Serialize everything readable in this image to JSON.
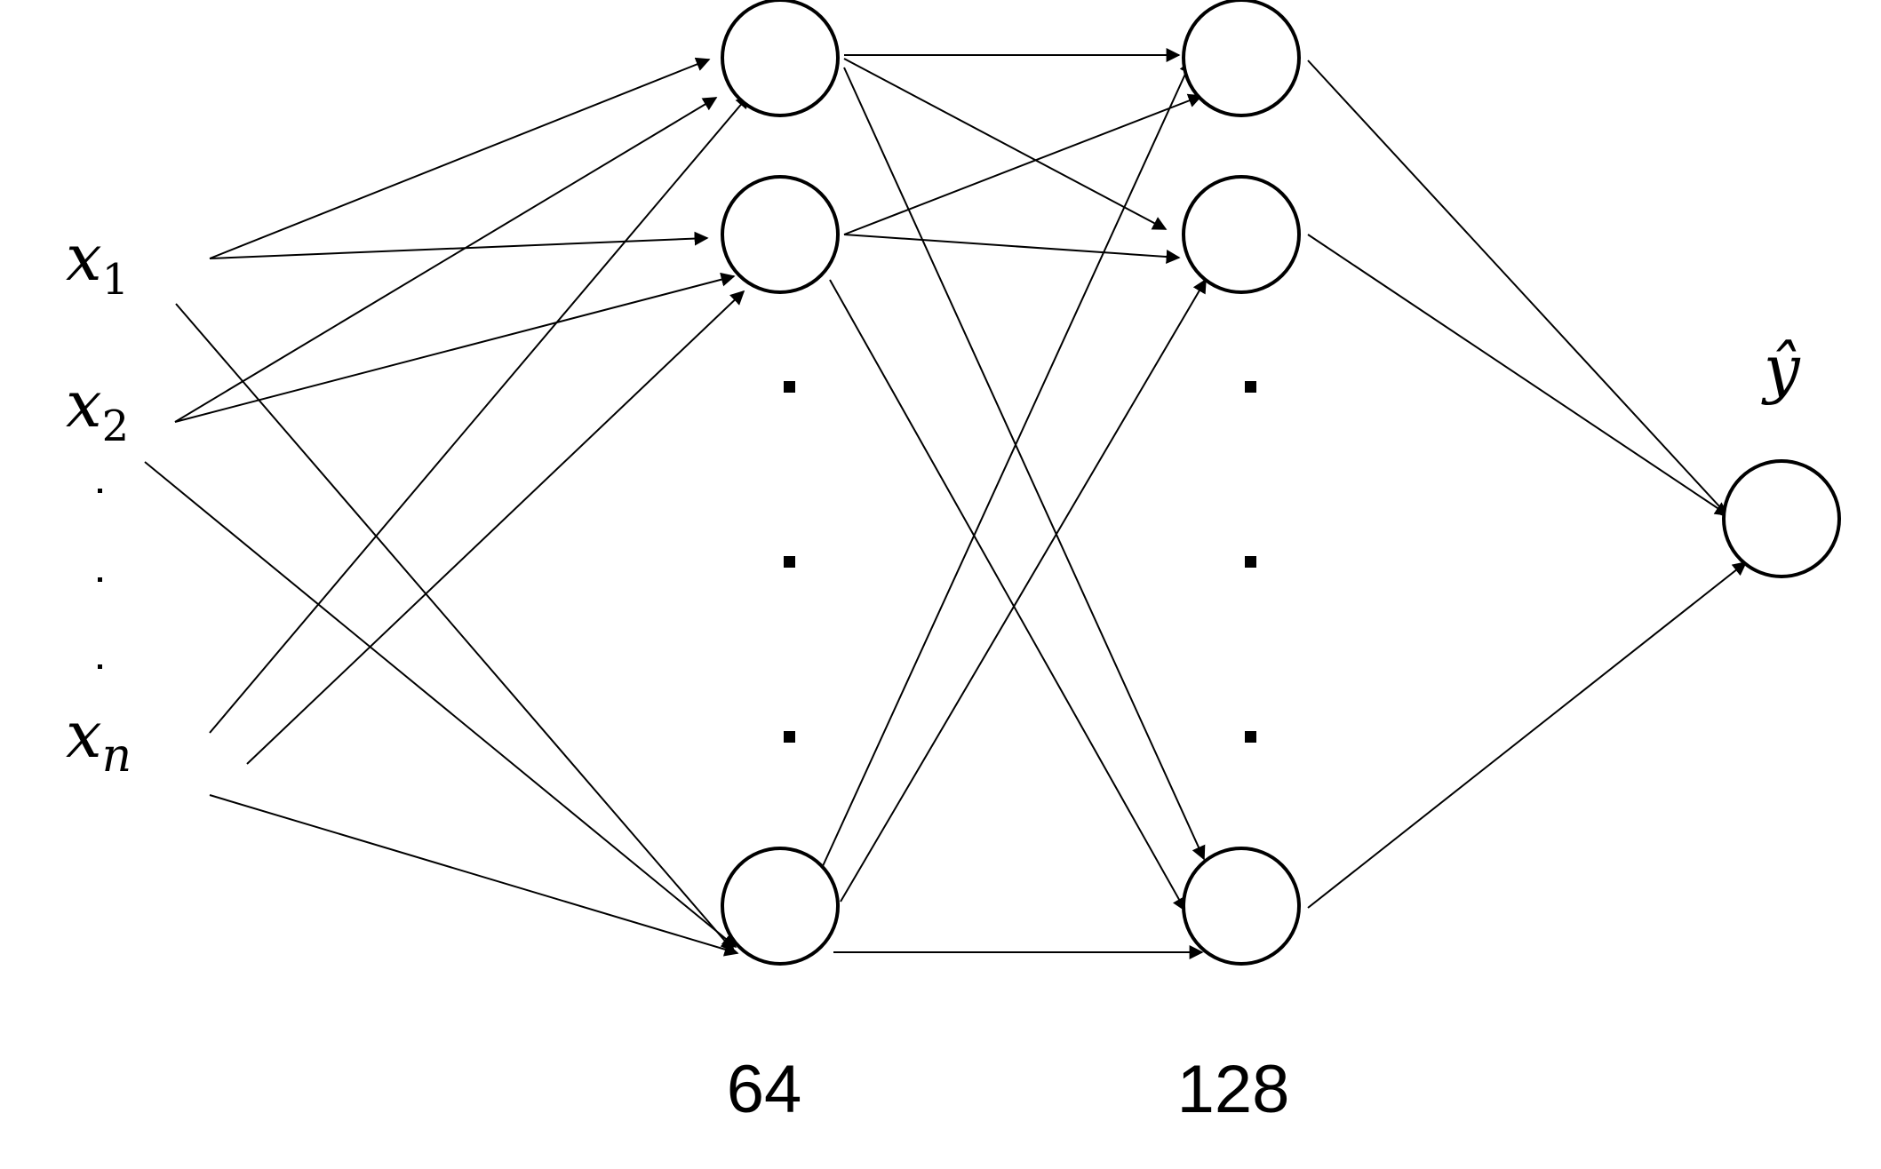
{
  "inputs": [
    {
      "symbol": "x",
      "subscript": "1"
    },
    {
      "symbol": "x",
      "subscript": "2"
    },
    {
      "symbol": "x",
      "subscript": "n"
    }
  ],
  "output": {
    "label": "ŷ"
  },
  "layers": {
    "hidden1": {
      "size_label": "64"
    },
    "hidden2": {
      "size_label": "128"
    }
  },
  "colors": {
    "stroke": "#000000",
    "background": "#ffffff"
  }
}
